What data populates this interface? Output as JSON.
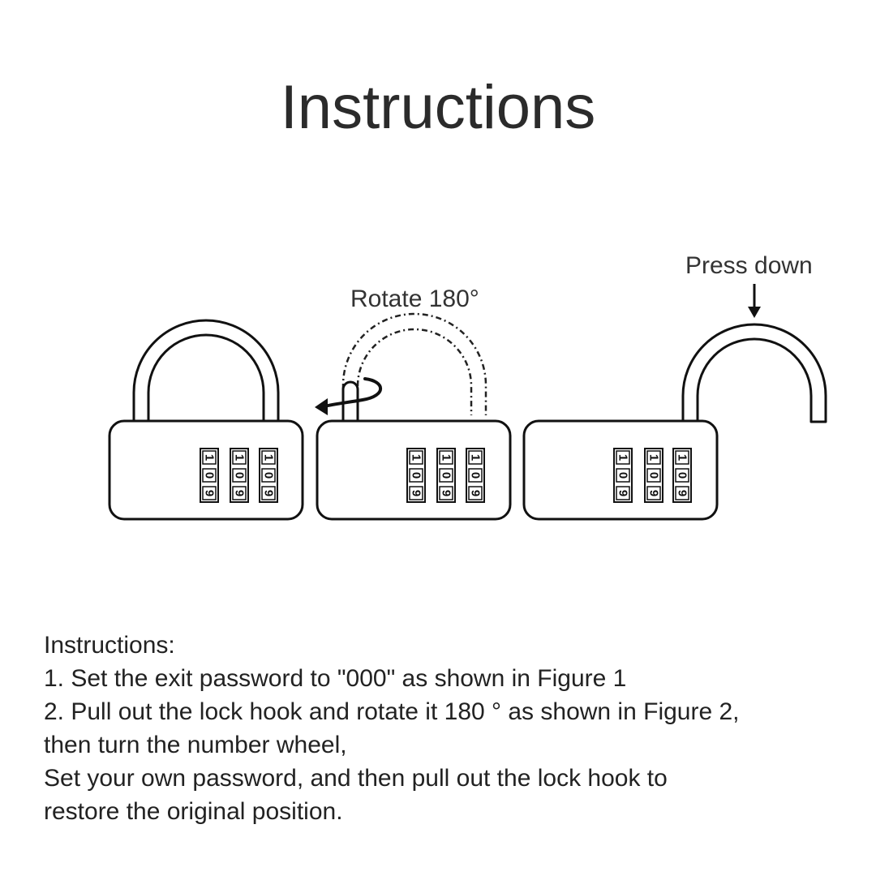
{
  "title": "Instructions",
  "diagram": {
    "labels": {
      "rotate": "Rotate 180°",
      "press": "Press down"
    },
    "wheel_digits": [
      "1",
      "0",
      "9"
    ],
    "figures": [
      {
        "state": "locked"
      },
      {
        "state": "rotated"
      },
      {
        "state": "open"
      }
    ]
  },
  "instructions": {
    "heading": "Instructions:",
    "lines": [
      "1. Set the exit password to \"000\" as shown in Figure 1",
      "2. Pull out the lock hook and rotate it 180 ° as shown in Figure 2,",
      "then turn the number wheel,",
      "Set your own password, and then pull out the lock hook to",
      "restore the original position."
    ]
  }
}
